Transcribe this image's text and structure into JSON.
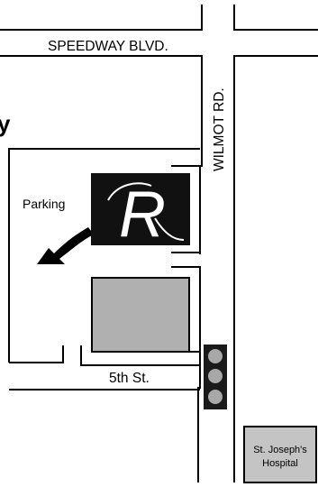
{
  "map": {
    "streets": {
      "speedway": "SPEEDWAY BLVD.",
      "wilmot": "WILMOT RD.",
      "fifth": "5th St."
    },
    "parking_label": "Parking",
    "partial_text": "y",
    "logo_letter": "R",
    "hospital": {
      "line1": "St. Joseph's",
      "line2": "Hospital"
    },
    "colors": {
      "line": "#000000",
      "building_dark": "#111111",
      "building_gray": "#b0b0b0",
      "hospital_fill": "#c4c4c4",
      "signal_box": "#1a1a1a",
      "signal_light": "#a8a8a8"
    }
  }
}
